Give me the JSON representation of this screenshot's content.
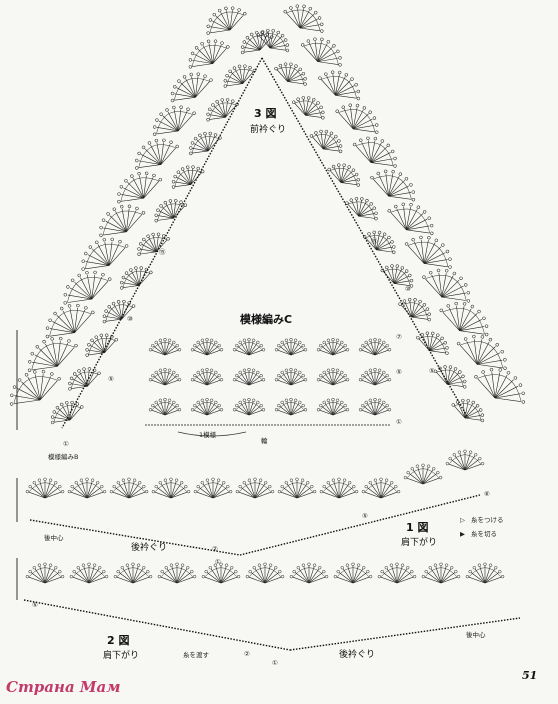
{
  "diagram3": {
    "title": "3 図",
    "subtitle": "前衿ぐり",
    "markers_left": [
      "⑤",
      "⑩",
      "⑮",
      "①"
    ],
    "markers_right": [
      "⑤",
      "⑩",
      "⑮"
    ],
    "start_mark": "①",
    "stitch_label": "模様編みB"
  },
  "pattern_c": {
    "title": "模様編みC",
    "markers": [
      "⑦",
      "⑤",
      "①"
    ],
    "repeat_label": "1模様",
    "center_label": "輪"
  },
  "diagram1": {
    "title": "1 図",
    "subtitle": "肩下がり",
    "center_label": "後中心",
    "neck_label": "後衿ぐり",
    "markers": [
      "⑥",
      "⑤",
      "②",
      "①"
    ],
    "legend": [
      {
        "symbol": "▷",
        "text": "糸をつける"
      },
      {
        "symbol": "▶",
        "text": "糸を切る"
      }
    ]
  },
  "diagram2": {
    "title": "2 図",
    "subtitle": "肩下がり",
    "center_label": "後中心",
    "neck_label": "後衿ぐり",
    "yarn_label": "糸を渡す",
    "markers": [
      "⑤",
      "②",
      "①"
    ]
  },
  "page_number": "51",
  "watermark": "Страна Мам"
}
